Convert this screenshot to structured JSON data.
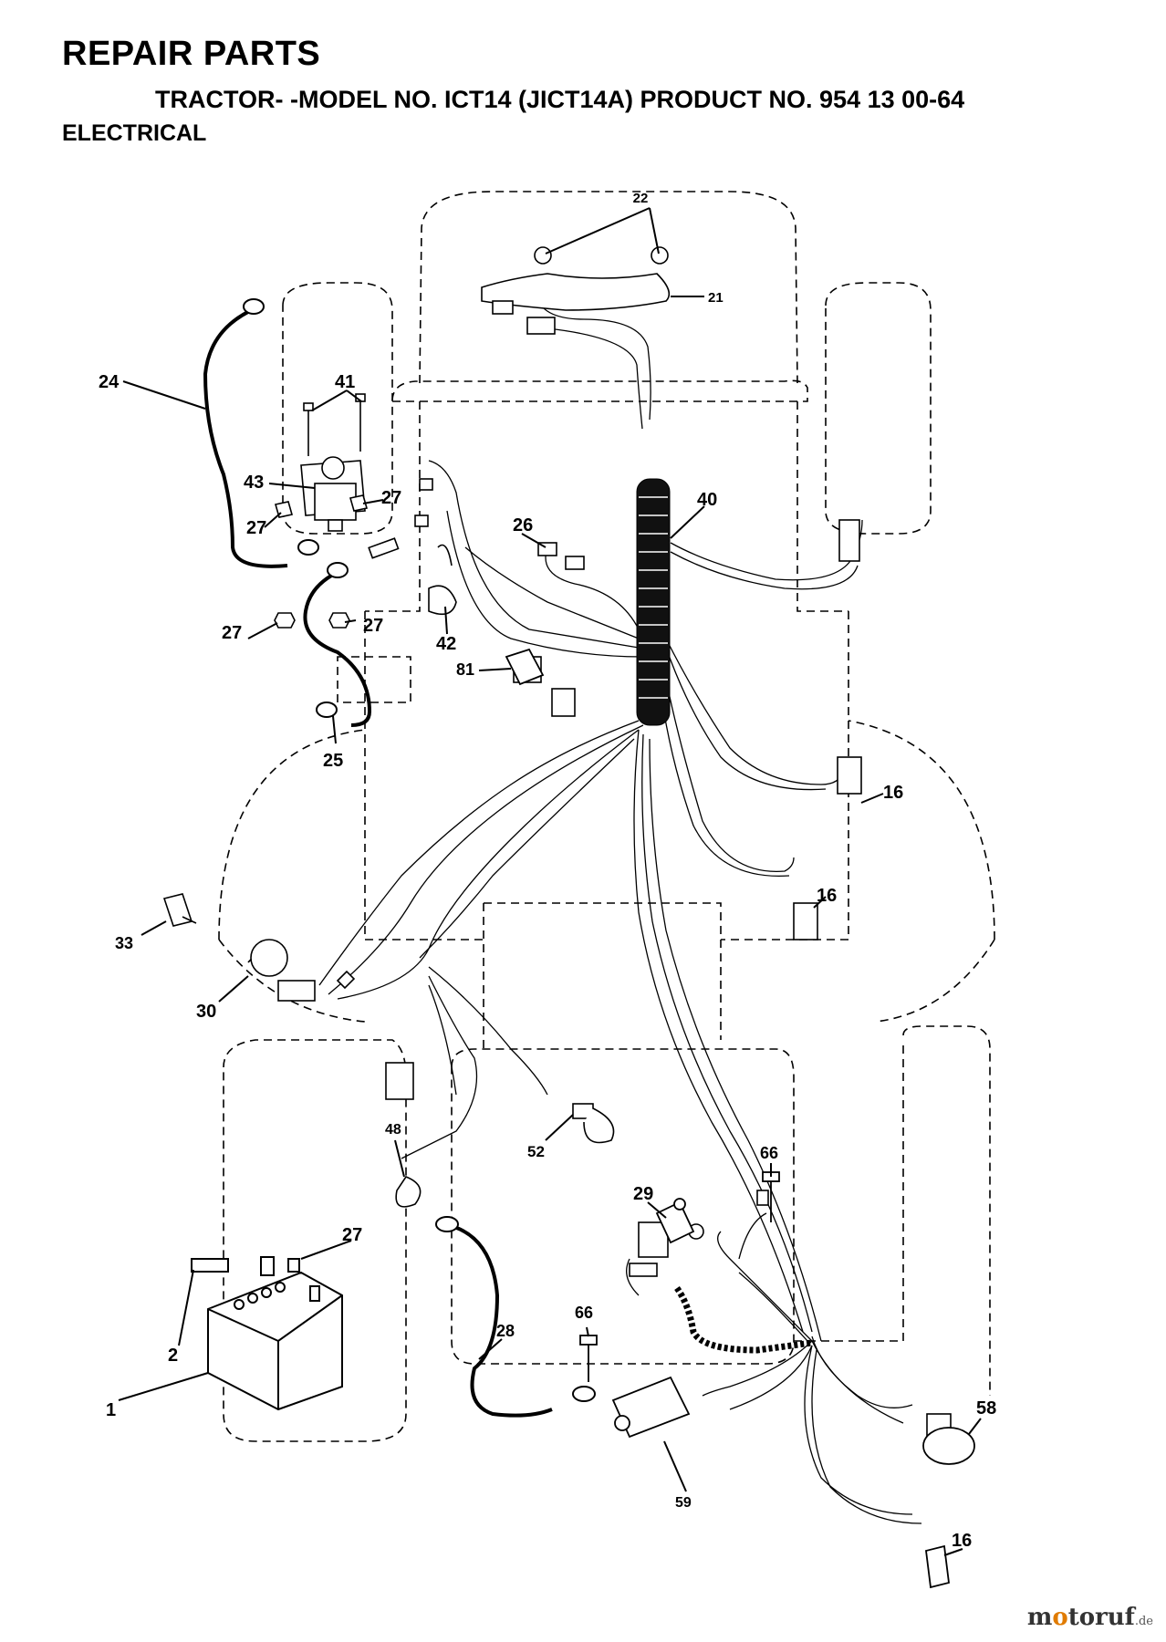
{
  "header": {
    "title": "REPAIR PARTS",
    "model_line": "TRACTOR- -MODEL NO. ICT14 (JICT14A) PRODUCT NO. 954 13 00-64",
    "section": "ELECTRICAL"
  },
  "callouts": [
    {
      "id": "c22",
      "text": "22"
    },
    {
      "id": "c21",
      "text": "21"
    },
    {
      "id": "c24",
      "text": "24"
    },
    {
      "id": "c41",
      "text": "41"
    },
    {
      "id": "c43",
      "text": "43"
    },
    {
      "id": "c27a",
      "text": "27"
    },
    {
      "id": "c27b",
      "text": "27"
    },
    {
      "id": "c27c",
      "text": "27"
    },
    {
      "id": "c27d",
      "text": "27"
    },
    {
      "id": "c40",
      "text": "40"
    },
    {
      "id": "c26",
      "text": "26"
    },
    {
      "id": "c42",
      "text": "42"
    },
    {
      "id": "c81",
      "text": "81"
    },
    {
      "id": "c25",
      "text": "25"
    },
    {
      "id": "c16a",
      "text": "16"
    },
    {
      "id": "c16b",
      "text": "16"
    },
    {
      "id": "c33",
      "text": "33"
    },
    {
      "id": "c30",
      "text": "30"
    },
    {
      "id": "c48",
      "text": "48"
    },
    {
      "id": "c52",
      "text": "52"
    },
    {
      "id": "c29",
      "text": "29"
    },
    {
      "id": "c66a",
      "text": "66"
    },
    {
      "id": "c27e",
      "text": "27"
    },
    {
      "id": "c2",
      "text": "2"
    },
    {
      "id": "c1",
      "text": "1"
    },
    {
      "id": "c28",
      "text": "28"
    },
    {
      "id": "c66b",
      "text": "66"
    },
    {
      "id": "c58",
      "text": "58"
    },
    {
      "id": "c59",
      "text": "59"
    },
    {
      "id": "c16c",
      "text": "16"
    }
  ],
  "watermark": {
    "prefix": "m",
    "o": "o",
    "rest": "toruf",
    "tld": ".de"
  }
}
